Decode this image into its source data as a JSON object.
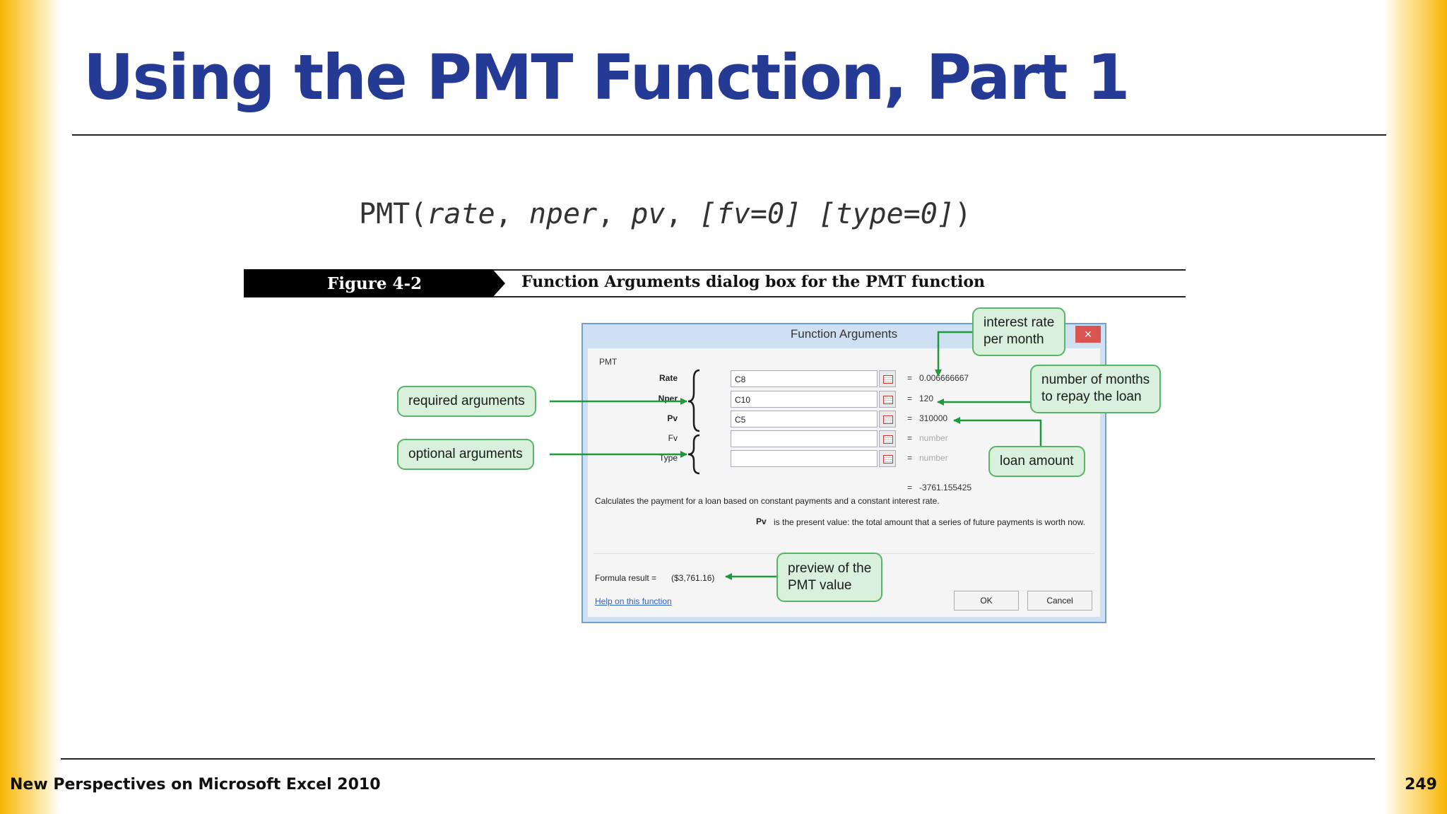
{
  "slide": {
    "title": "Using the PMT Function, Part 1",
    "syntax": {
      "open": "PMT(",
      "rate": "rate",
      "nper": "nper",
      "pv": "pv",
      "fv": "[fv=0]",
      "type": "[type=0]",
      "close": ")",
      "sep": ", "
    },
    "figure": {
      "label": "Figure 4-2",
      "caption": "Function Arguments dialog box for the PMT function"
    },
    "footer": {
      "left": "New Perspectives on Microsoft Excel 2010",
      "page": "249"
    }
  },
  "dialog": {
    "title": "Function Arguments",
    "close": "×",
    "group": "PMT",
    "args": [
      {
        "label": "Rate",
        "value": "C8",
        "result": "0.006666667"
      },
      {
        "label": "Nper",
        "value": "C10",
        "result": "120"
      },
      {
        "label": "Pv",
        "value": "C5",
        "result": "310000"
      },
      {
        "label": "Fv",
        "value": "",
        "result": "number"
      },
      {
        "label": "Type",
        "value": "",
        "result": "number"
      }
    ],
    "eq": "=",
    "function_result": "-3761.155425",
    "description": "Calculates the payment for a loan based on constant payments and a constant interest rate.",
    "arg_help": {
      "name": "Pv",
      "text": "is the present value: the total amount that a series of future payments is worth now."
    },
    "formula_label": "Formula result =",
    "formula_value": "($3,761.16)",
    "help_link": "Help on this function",
    "ok": "OK",
    "cancel": "Cancel"
  },
  "callouts": {
    "required": "required arguments",
    "optional": "optional arguments",
    "interest_1": "interest rate",
    "interest_2": "per month",
    "months_1": "number of months",
    "months_2": "to repay the loan",
    "loan": "loan amount",
    "preview_1": "preview of the",
    "preview_2": "PMT value"
  },
  "colors": {
    "title": "#253a94",
    "callout_fill": "#d8f0dc",
    "callout_border": "#58b567",
    "arrow": "#1e9a3c",
    "accent_edge": "#f7b500"
  }
}
